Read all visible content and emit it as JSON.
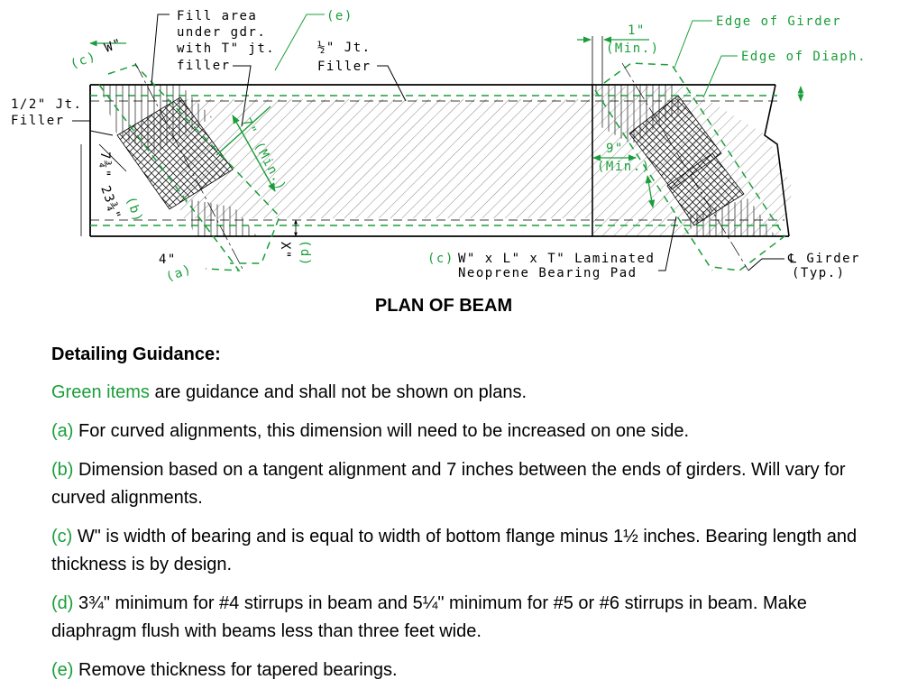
{
  "colors": {
    "guidance": "#1a9e3a",
    "linework": "#000000"
  },
  "drawing": {
    "labels": {
      "fill_area_1": "Fill area",
      "fill_area_2": "under gdr.",
      "fill_area_3": "with T\" jt.",
      "fill_area_4": "filler",
      "e_top": "(e)",
      "half_jt_1": "½\" Jt.",
      "half_jt_2": "Filler",
      "left_filler_1": "1/2\" Jt.",
      "left_filler_2": "Filler",
      "c_w": "(c)",
      "w_mark": "W\"",
      "seven_min": "7\" (Min.)",
      "dim_734": "7¾\"",
      "dim_2334": "23¾\"",
      "b_mark": "(b)",
      "four_in": "4\"",
      "a_mark": "(a)",
      "x_mark": "X\"",
      "d_mark": "(d)",
      "one_in": "1\"",
      "one_min": "(Min.)",
      "edge_girder": "Edge of Girder",
      "edge_diaph": "Edge of Diaph.",
      "nine_in": "9\"",
      "nine_min": "(Min.)",
      "pad_c": "(c)",
      "pad_1": "W\" x L\" x T\" Laminated",
      "pad_2": "Neoprene Bearing Pad",
      "cl_girder": "℄ Girder",
      "typ": "(Typ.)"
    }
  },
  "title": "PLAN OF BEAM",
  "guidance": {
    "heading": "Detailing Guidance:",
    "intro_tag": "Green items",
    "intro_text": " are guidance and shall not be shown on plans.",
    "notes": [
      {
        "tag": "(a)",
        "text": " For curved alignments, this dimension will need to be increased on one side."
      },
      {
        "tag": "(b)",
        "text": " Dimension based on a tangent alignment and 7 inches between the ends of girders. Will vary for curved alignments."
      },
      {
        "tag": "(c)",
        "text": " W\" is width of bearing and is equal to width of bottom flange minus 1½ inches. Bearing length and thickness is by design."
      },
      {
        "tag": "(d)",
        "text": " 3¾\" minimum for #4 stirrups in beam and 5¼\" minimum for #5 or #6 stirrups in beam.  Make diaphragm flush with beams less than three feet wide."
      },
      {
        "tag": "(e)",
        "text": " Remove thickness for tapered bearings."
      }
    ]
  }
}
